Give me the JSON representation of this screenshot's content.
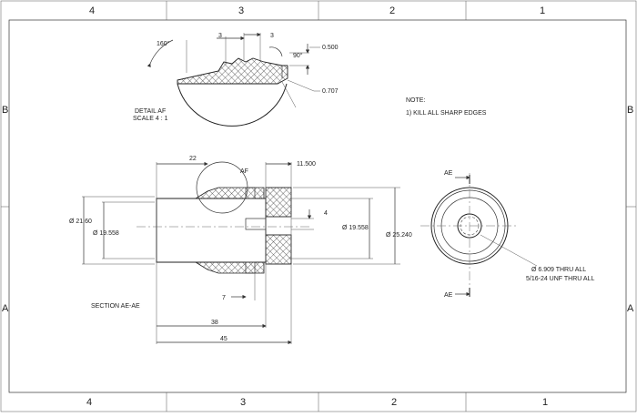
{
  "border": {
    "top_zones": [
      "4",
      "3",
      "2",
      "1"
    ],
    "bottom_zones": [
      "4",
      "3",
      "2",
      "1"
    ],
    "left_zones": [
      "B",
      "A"
    ],
    "right_zones": [
      "B",
      "A"
    ]
  },
  "detail": {
    "title_line1": "DETAIL AF",
    "title_line2": "SCALE 4 : 1",
    "angle_left": "160°",
    "angle_right": "90°",
    "dim_left": "3",
    "dim_right": "3",
    "dim_a": "0.500",
    "dim_b": "0.707"
  },
  "notes": {
    "heading": "NOTE:",
    "item1": "1) KILL ALL  SHARP EDGES"
  },
  "section": {
    "label": "SECTION AE-AE",
    "detail_ref": "AF",
    "dim_22": "22",
    "dim_11500": "11.500",
    "dim_dia_2160": "Ø 21.60",
    "dim_dia_19558_left": "Ø 19.558",
    "dim_dia_19558_right": "Ø 19.558",
    "dim_dia_25240": "Ø 25.240",
    "dim_4": "4",
    "dim_7": "7",
    "dim_38": "38",
    "dim_45": "45"
  },
  "end_view": {
    "section_label_top": "AE",
    "section_label_bottom": "AE",
    "hole_note_line1": "Ø  6.909 THRU ALL",
    "hole_note_line2": "5/16-24 UNF  THRU ALL"
  }
}
